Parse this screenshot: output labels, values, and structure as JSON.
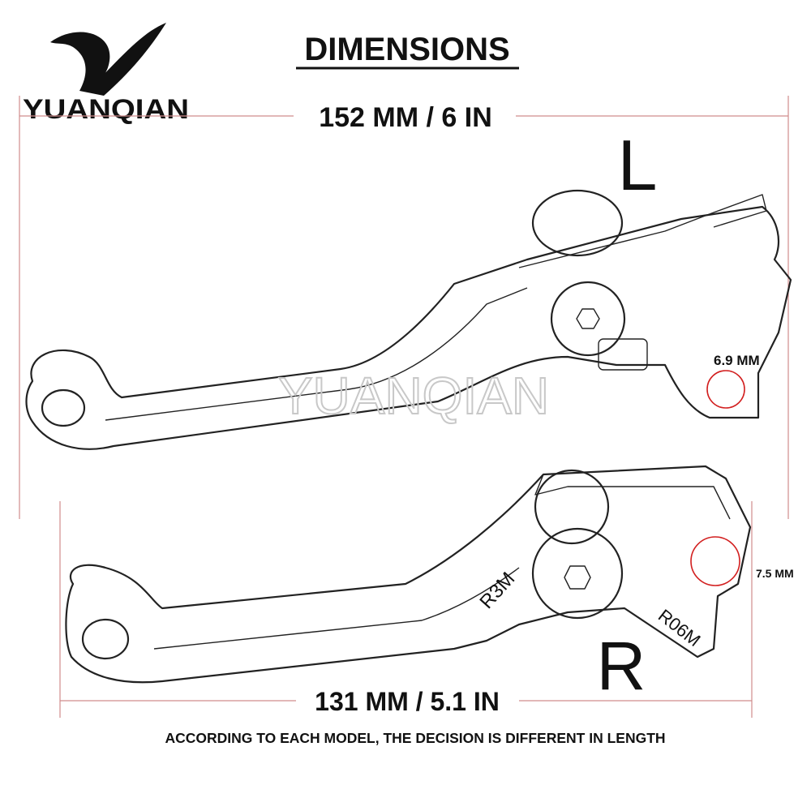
{
  "logo": {
    "text": "YUANQIAN"
  },
  "title": "DIMENSIONS",
  "watermark": "YUANQIAN",
  "left_lever": {
    "side_label": "L",
    "length_label": "152 MM / 6 IN",
    "hole_label": "6.9 MM"
  },
  "right_lever": {
    "side_label": "R",
    "length_label": "131 MM / 5.1 IN",
    "hole_label": "7.5 MM",
    "engraving_1": "R3M",
    "engraving_2": "R06M"
  },
  "footer_note": "ACCORDING TO EACH MODEL, THE DECISION IS DIFFERENT IN LENGTH",
  "colors": {
    "ink": "#111111",
    "dimension_line": "#d08c8c",
    "hole_marker": "#d21f1f",
    "watermark": "#cfcfcf"
  }
}
